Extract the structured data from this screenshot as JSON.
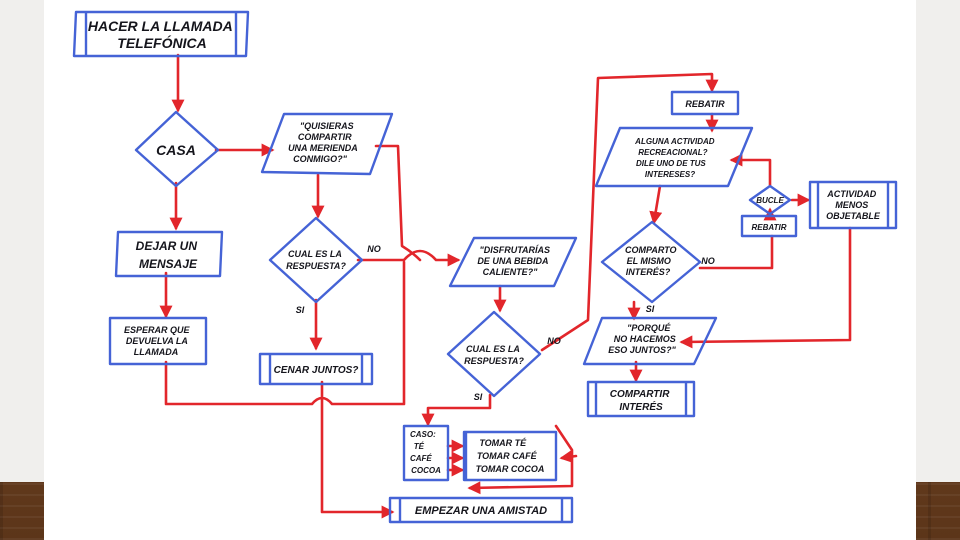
{
  "colors": {
    "box_outline": "#4563d6",
    "connector": "#e2262b",
    "text": "#15151c",
    "paper": "#ffffff"
  },
  "nodes": {
    "start": [
      "HACER LA LLAMADA",
      "TELEFÓNICA"
    ],
    "casa": [
      "CASA"
    ],
    "merienda": [
      "\"QUISIERAS",
      "COMPARTIR",
      "UNA MERIENDA",
      "CONMIGO?\""
    ],
    "dejar_mensaje": [
      "DEJAR UN",
      "MENSAJE"
    ],
    "esperar": [
      "ESPERAR QUE",
      "DEVUELVA LA",
      "LLAMADA"
    ],
    "respuesta1": [
      "CUAL ES LA",
      "RESPUESTA?"
    ],
    "cenar": [
      "CENAR JUNTOS?"
    ],
    "bebida": [
      "\"DISFRUTARÍAS",
      "DE UNA BEBIDA",
      "CALIENTE?\""
    ],
    "respuesta2": [
      "CUAL ES LA",
      "RESPUESTA?"
    ],
    "opciones": [
      "CASO:",
      "TÉ",
      "CAFÉ",
      "COCOA"
    ],
    "tomar": [
      "TOMAR TÉ",
      "TOMAR CAFÉ",
      "TOMAR COCOA"
    ],
    "amistad": [
      "EMPEZAR UNA AMISTAD"
    ],
    "rebatir_top": [
      "REBATIR"
    ],
    "actividad": [
      "ALGUNA ACTIVIDAD",
      "RECREACIONAL?",
      "DILE UNO DE TUS",
      "INTERESES?"
    ],
    "bucle": [
      "BUCLE"
    ],
    "rebatir_side": [
      "REBATIR"
    ],
    "actividad_menos": [
      "ACTIVIDAD",
      "MENOS",
      "OBJETABLE"
    ],
    "comparto": [
      "COMPARTO",
      "EL MISMO",
      "INTERÉS?"
    ],
    "porque": [
      "\"PORQUÉ",
      "NO HACEMOS",
      "ESO JUNTOS?\""
    ],
    "compartir": [
      "COMPARTIR",
      "INTERÉS"
    ]
  },
  "edge_labels": {
    "no_1": "NO",
    "si_1": "SI",
    "no_2": "NO",
    "si_2": "SI",
    "no_3": "NO",
    "si_3": "SI"
  }
}
